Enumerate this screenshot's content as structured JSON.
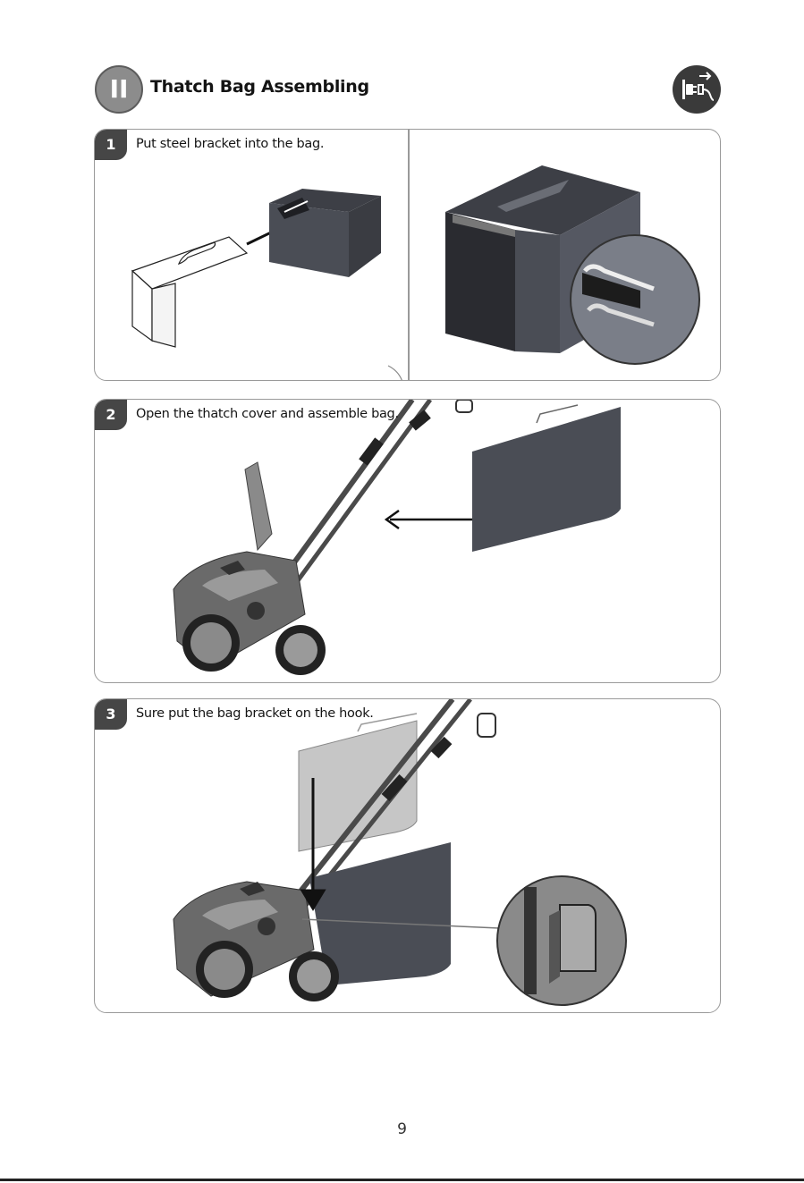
{
  "section": {
    "badge": "II",
    "title": "Thatch Bag Assembling",
    "unplug_icon": "unplug-power-icon"
  },
  "steps": [
    {
      "number": "1",
      "text": "Put steel bracket into the bag."
    },
    {
      "number": "2",
      "text": "Open the thatch cover and assemble bag."
    },
    {
      "number": "3",
      "text": "Sure put the bag bracket on the hook."
    }
  ],
  "page_number": "9",
  "colors": {
    "badge_gray": "#8c8c8c",
    "step_dark": "#464646",
    "fabric": "#4a4d55",
    "border": "#9a9a9a"
  }
}
